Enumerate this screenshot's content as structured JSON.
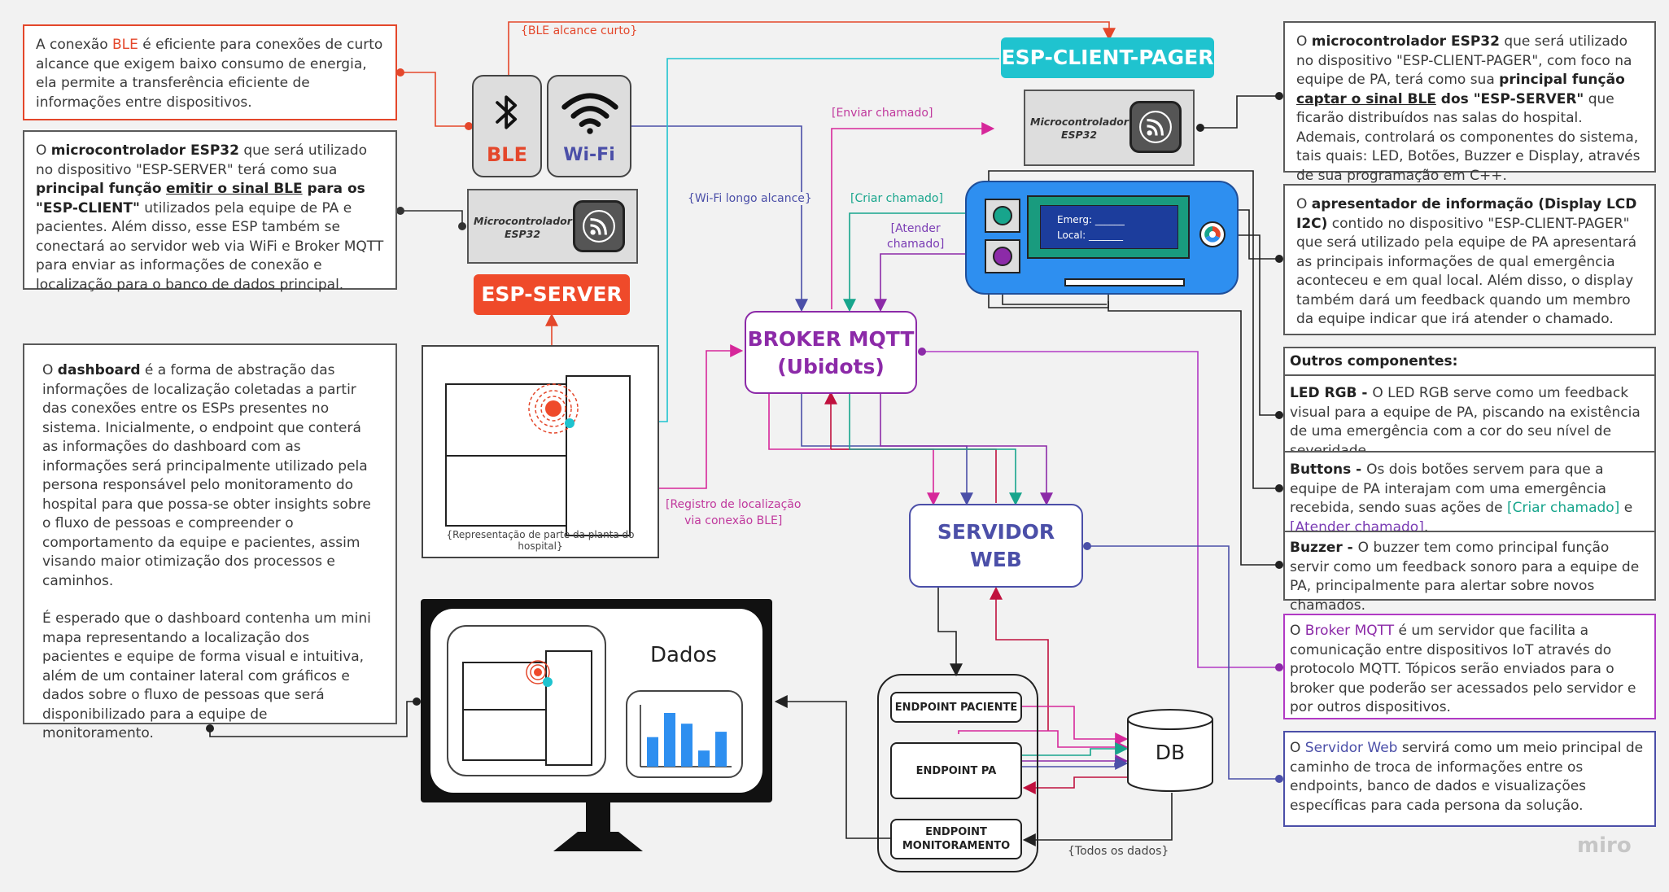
{
  "colors": {
    "ble": "#e4472b",
    "wifi": "#4b4fa8",
    "broker": "#8c2aa8",
    "server": "#4b4fa8",
    "esp_client_pager": "#1fc3cf",
    "esp_server": "#e4472b",
    "pager_device": "#2e8ff0",
    "chart_bars": "#2e8ff0"
  },
  "ble_box": {
    "p1": "A conexão ",
    "ble": "BLE",
    "p2": " é eficiente para conexões de curto alcance que exigem baixo consumo de energia, ela permite a transferência eficiente de informações entre dispositivos."
  },
  "esp_server_box": {
    "p1": "O ",
    "b1": "microcontrolador ESP32",
    "p2": " que será utilizado no dispositivo \"ESP-SERVER\" terá como sua ",
    "b2": "principal função",
    "u1": "emitir o sinal BLE",
    "b3": " para os \"ESP-CLIENT\"",
    "p3": " utilizados pela equipe de PA e pacientes. Além disso, esse ESP também se conectará ao servidor web via WiFi e Broker MQTT para enviar as informações de conexão e localização para o banco de dados principal."
  },
  "dashboard_box": {
    "p1": "O ",
    "b1": "dashboard",
    "p2": " é a forma de abstração das informações de localização coletadas a partir das conexões entre os ESPs presentes no sistema. Inicialmente, o endpoint que conterá as informações do dashboard com as informações será principalmente utilizado pela persona responsável pelo monitoramento do hospital para que possa-se obter insights sobre o fluxo de pessoas e compreender o comportamento da equipe e pacientes, assim visando maior otimização dos processos e caminhos.",
    "p3": "É esperado que o dashboard contenha um mini mapa representando a localização dos pacientes e equipe de forma visual e intuitiva, além de um container lateral com gráficos e dados sobre o fluxo de pessoas que será disponibilizado para a equipe de monitoramento."
  },
  "esp32_pager_box": {
    "p1": "O ",
    "b1": "microcontrolador ESP32",
    "p2": " que será utilizado no dispositivo \"ESP-CLIENT-PAGER\", com foco na equipe de PA, terá como sua ",
    "b2": "principal função ",
    "u1": "captar o sinal BLE",
    "b3": " dos \"ESP-SERVER\"",
    "p3": " que ficarão distribuídos nas salas do hospital. Ademais, controlará os componentes do sistema, tais quais: LED, Botões, Buzzer e Display, através de sua programação em C++."
  },
  "display_box": {
    "p1": "O ",
    "b1": "apresentador de informação (Display LCD I2C)",
    "p2": " contido no dispositivo \"ESP-CLIENT-PAGER\" que será utilizado pela equipe de PA apresentará as principais informações de qual emergência aconteceu e em qual local. Além disso, o display também dará um feedback quando um membro da equipe indicar que irá atender o chamado."
  },
  "components": {
    "header": "Outros componentes:",
    "led_title": "LED RGB - ",
    "led_text": "O LED RGB serve como um feedback visual para a equipe de PA, piscando na existência de uma emergência com a cor do seu nível de severidade.",
    "buttons_title": "Buttons - ",
    "buttons_text1": "Os dois botões servem para que a equipe de PA interajam com uma emergência recebida, sendo suas ações de ",
    "buttons_a1": "[Criar chamado]",
    "buttons_e": " e ",
    "buttons_a2": "[Atender chamado]",
    "buttons_end": ".",
    "buzzer_title": "Buzzer - ",
    "buzzer_text": "O buzzer tem como principal função servir como um feedback sonoro para a equipe de PA, principalmente para alertar sobre novos chamados."
  },
  "broker_box": {
    "p1": "O ",
    "c1": "Broker MQTT",
    "p2": " é um servidor que facilita a comunicação entre dispositivos IoT através do protocolo MQTT. Tópicos serão enviados para o broker que poderão ser acessados pelo servidor e por outros dispositivos."
  },
  "server_box": {
    "p1": "O ",
    "c1": "Servidor Web",
    "p2": " servirá como um meio principal de caminho de troca de informações entre os endpoints, banco de dados e visualizações específicas para cada persona da solução."
  },
  "icons": {
    "ble_label": "BLE",
    "wifi_label": "Wi-Fi",
    "bluetooth_icon": "bluetooth-icon",
    "wifi_icon": "wifi-icon",
    "esp_icon": "espressif-icon"
  },
  "micro_label_line1": "Microcontrolador",
  "micro_label_line2": "ESP32",
  "esp_server_title": "ESP-SERVER",
  "esp_client_title": "ESP-CLIENT-PAGER",
  "broker_title_1": "BROKER MQTT",
  "broker_title_2": "(Ubidots)",
  "server_title_1": "SERVIDOR",
  "server_title_2": "WEB",
  "pager": {
    "line1": "Emerg: ______",
    "line2": "Local: _______"
  },
  "floorplan_caption": "{Representação de parte da planta do hospital}",
  "dashboard_screen": {
    "data_label": "Dados",
    "bar_values": [
      0.55,
      1.0,
      0.8,
      0.3,
      0.65
    ]
  },
  "endpoints": {
    "paciente": "ENDPOINT PACIENTE",
    "pa": "ENDPOINT PA",
    "monitor_1": "ENDPOINT",
    "monitor_2": "MONITORAMENTO"
  },
  "db_label": "DB",
  "wire_labels": {
    "ble_short": "{BLE alcance curto}",
    "wifi_long": "{Wi-Fi longo alcance}",
    "enviar": "[Enviar chamado]",
    "criar": "[Criar chamado]",
    "atender_1": "[Atender",
    "atender_2": "chamado]",
    "registro_1": "[Registro de localização",
    "registro_2": "via conexão BLE]",
    "todos": "{Todos os dados}"
  },
  "watermark": "miro"
}
